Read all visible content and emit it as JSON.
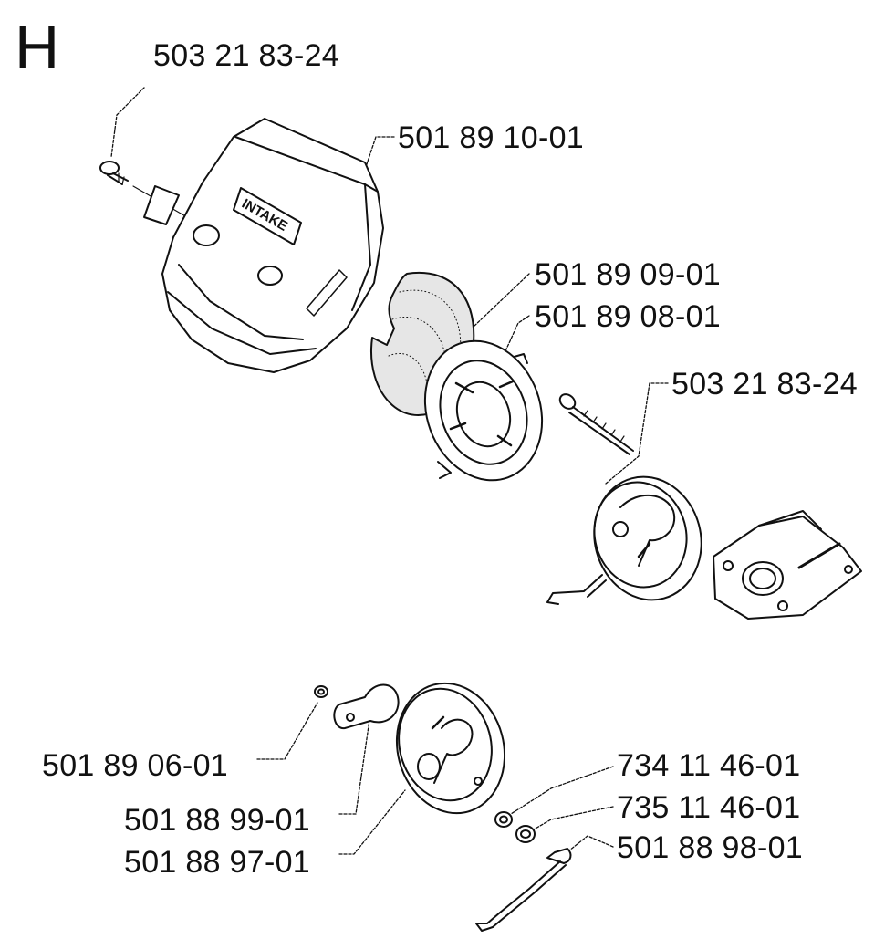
{
  "section": "H",
  "cover_text": "INTAKE",
  "parts": [
    {
      "id": "screw-top",
      "number": "503 21 83-24"
    },
    {
      "id": "air-filter-cover",
      "number": "501 89 10-01"
    },
    {
      "id": "filter-element",
      "number": "501 89 09-01"
    },
    {
      "id": "filter-holder",
      "number": "501 89 08-01"
    },
    {
      "id": "long-screw",
      "number": "503 21 83-24"
    },
    {
      "id": "valve-nut",
      "number": "501 89 06-01"
    },
    {
      "id": "choke-plate",
      "number": "501 88 99-01"
    },
    {
      "id": "choke-housing",
      "number": "501 88 97-01"
    },
    {
      "id": "washer-a",
      "number": "734 11 46-01"
    },
    {
      "id": "washer-b",
      "number": "735 11 46-01"
    },
    {
      "id": "choke-lever",
      "number": "501 88 98-01"
    }
  ]
}
